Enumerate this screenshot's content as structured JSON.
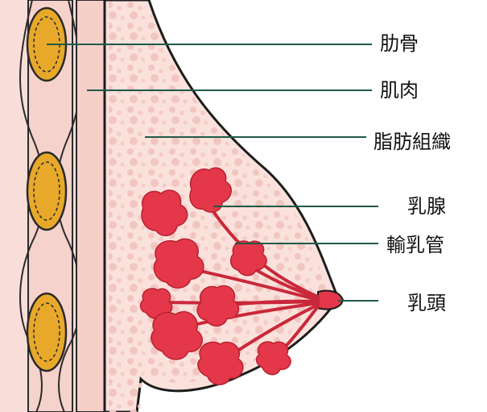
{
  "colors": {
    "skin_outline": "#1c1c1c",
    "skin_fill": "#fbe1dc",
    "muscle": "#f6cfc9",
    "rib_fill": "#e8a92a",
    "rib_outline": "#2a2a2a",
    "gland": "#e4384a",
    "gland_dark": "#b8202f",
    "leader_line": "#1f5a46",
    "fat_dot": "#f2c6c0"
  },
  "labels": [
    {
      "id": "rib",
      "text": "肋骨"
    },
    {
      "id": "muscle",
      "text": "肌肉"
    },
    {
      "id": "fat",
      "text": "脂肪組織"
    },
    {
      "id": "gland",
      "text": "乳腺"
    },
    {
      "id": "duct",
      "text": "輸乳管"
    },
    {
      "id": "nipple",
      "text": "乳頭"
    }
  ]
}
